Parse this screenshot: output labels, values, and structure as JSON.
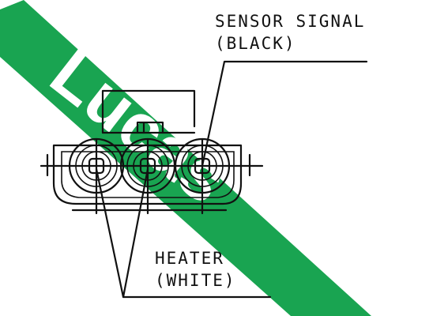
{
  "watermark": {
    "text": "Lucas",
    "band_color": "#19a451",
    "text_color": "#ffffff"
  },
  "labels": {
    "sensor_line1": "SENSOR SIGNAL",
    "sensor_line2": "(BLACK)",
    "heater_line1": "HEATER",
    "heater_line2": "(WHITE)"
  },
  "connector": {
    "pin_count": 3
  },
  "colors": {
    "line": "#111111",
    "background": "#ffffff"
  }
}
